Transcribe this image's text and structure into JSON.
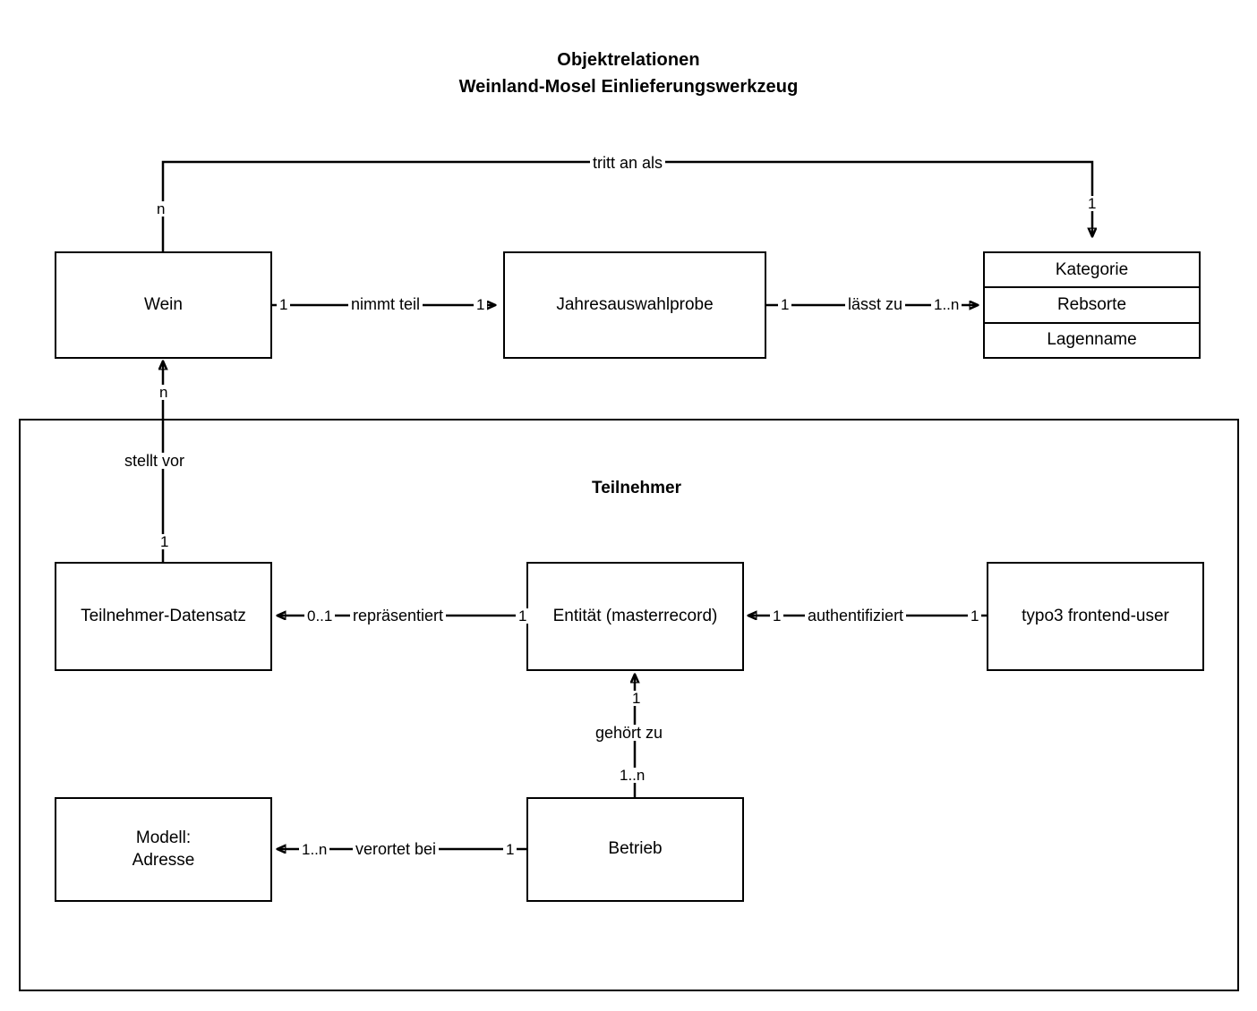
{
  "title": {
    "line1": "Objektrelationen",
    "line2": "Weinland-Mosel Einlieferungswerkzeug"
  },
  "group": {
    "label": "Teilnehmer"
  },
  "entities": {
    "wein": {
      "label": "Wein"
    },
    "jahresauswahlprobe": {
      "label": "Jahresauswahlprobe"
    },
    "kategorie_table": {
      "rows": [
        "Kategorie",
        "Rebsorte",
        "Lagenname"
      ]
    },
    "teilnehmer_datensatz": {
      "label": "Teilnehmer-Datensatz"
    },
    "entitaet": {
      "label": "Entität (masterrecord)"
    },
    "typo3_frontend_user": {
      "label": "typo3 frontend-user"
    },
    "modell_adresse": {
      "line1": "Modell:",
      "line2": "Adresse"
    },
    "betrieb": {
      "label": "Betrieb"
    }
  },
  "relations": {
    "tritt_an_als": {
      "verb": "tritt an als",
      "source_cardinality": "n",
      "target_cardinality": "1"
    },
    "nimmt_teil": {
      "verb": "nimmt teil",
      "source_cardinality": "1",
      "target_cardinality": "1"
    },
    "laesst_zu": {
      "verb": "lässt zu",
      "source_cardinality": "1",
      "target_cardinality": "1..n"
    },
    "stellt_vor": {
      "verb": "stellt vor",
      "source_cardinality": "n",
      "target_cardinality": "1"
    },
    "repraesentiert": {
      "verb": "repräsentiert",
      "source_cardinality": "0..1",
      "target_cardinality": "1"
    },
    "authentifiziert": {
      "verb": "authentifiziert",
      "source_cardinality": "1",
      "target_cardinality": "1"
    },
    "gehoert_zu": {
      "verb": "gehört zu",
      "source_cardinality": "1",
      "target_cardinality": "1..n"
    },
    "verortet_bei": {
      "verb": "verortet bei",
      "source_cardinality": "1..n",
      "target_cardinality": "1"
    }
  },
  "colors": {
    "stroke": "#000000",
    "background": "#ffffff",
    "text": "#000000"
  }
}
